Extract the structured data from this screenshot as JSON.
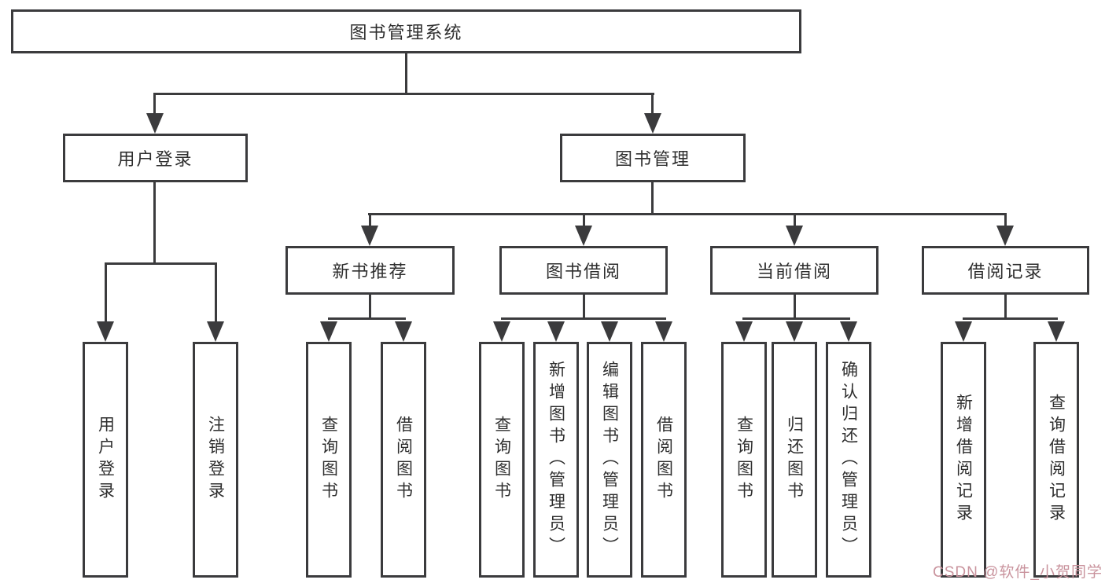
{
  "diagram": {
    "root": {
      "label": "图书管理系统"
    },
    "level2": [
      {
        "label": "用户登录"
      },
      {
        "label": "图书管理"
      }
    ],
    "level3": [
      {
        "label": "新书推荐"
      },
      {
        "label": "图书借阅"
      },
      {
        "label": "当前借阅"
      },
      {
        "label": "借阅记录"
      }
    ],
    "leaves": {
      "login": [
        "用户登录",
        "注销登录"
      ],
      "new_books": [
        "查询图书",
        "借阅图书"
      ],
      "book_borrow": [
        "查询图书",
        "新增图书（管理员）",
        "编辑图书（管理员）",
        "借阅图书"
      ],
      "current_borrow": [
        "查询图书",
        "归还图书",
        "确认归还（管理员）"
      ],
      "borrow_records": [
        "新增借阅记录",
        "查询借阅记录"
      ]
    }
  },
  "colors": {
    "line": "#3b3b3d",
    "box_border": "#3b3b3d",
    "text": "#2e2e2e",
    "watermark": "#c9939d"
  },
  "watermark": {
    "text": "CSDN @软件_小贺同学"
  }
}
